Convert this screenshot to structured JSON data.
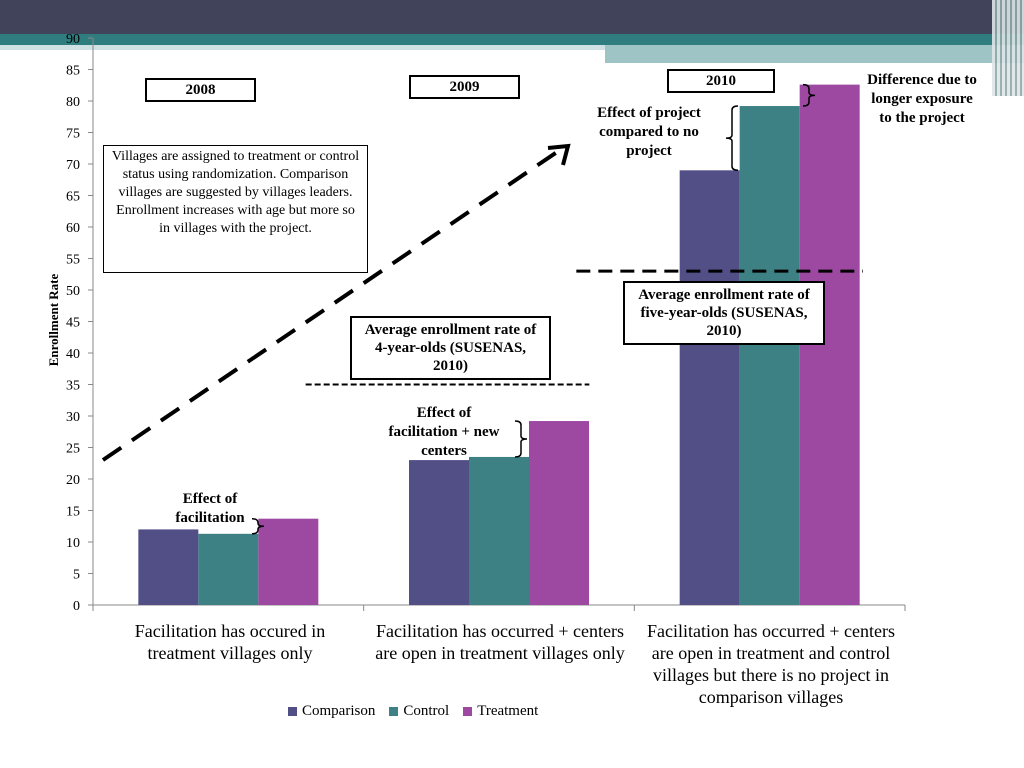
{
  "chart_data": {
    "type": "bar",
    "ylabel": "Enrollment Rate",
    "xlabel": "",
    "ylim": [
      0,
      90
    ],
    "yticks": [
      0,
      5,
      10,
      15,
      20,
      25,
      30,
      35,
      40,
      45,
      50,
      55,
      60,
      65,
      70,
      75,
      80,
      85,
      90
    ],
    "categories": [
      "Facilitation has occured in treatment villages only",
      "Facilitation has occurred + centers are open in treatment villages only",
      "Facilitation has occurred + centers are open in treatment and control villages but there is no project in comparison villages"
    ],
    "series": [
      {
        "name": "Comparison",
        "values": [
          12,
          23,
          69
        ],
        "color": "#524f87"
      },
      {
        "name": "Control",
        "values": [
          11.3,
          23.5,
          79.2
        ],
        "color": "#3d8184"
      },
      {
        "name": "Treatment",
        "values": [
          13.7,
          29.2,
          82.6
        ],
        "color": "#9d49a2"
      }
    ],
    "legend_position": "bottom",
    "grid": false,
    "reference_lines": [
      {
        "label": "Average  enrollment rate of 4-year-olds (SUSENAS, 2010)",
        "value": 35,
        "category": 1
      },
      {
        "label": "Average  enrollment rate of five-year-olds (SUSENAS, 2010)",
        "value": 53,
        "category": 2
      }
    ]
  },
  "labels": {
    "year_2008": "2008",
    "year_2009": "2009",
    "year_2010": "2010",
    "note": "Villages are assigned to treatment or control status using randomization. Comparison villages are suggested by villages leaders. Enrollment increases with age but more so in villages with the project.",
    "ref_4yo": "Average  enrollment rate of 4-year-olds (SUSENAS, 2010)",
    "ref_5yo": "Average  enrollment rate of five-year-olds (SUSENAS, 2010)",
    "effect_facilitation": "Effect of facilitation",
    "effect_facilitation_centers": "Effect of facilitation + new centers",
    "effect_project": "Effect of project compared to no project",
    "difference_exposure": "Difference due to longer exposure to the project"
  }
}
